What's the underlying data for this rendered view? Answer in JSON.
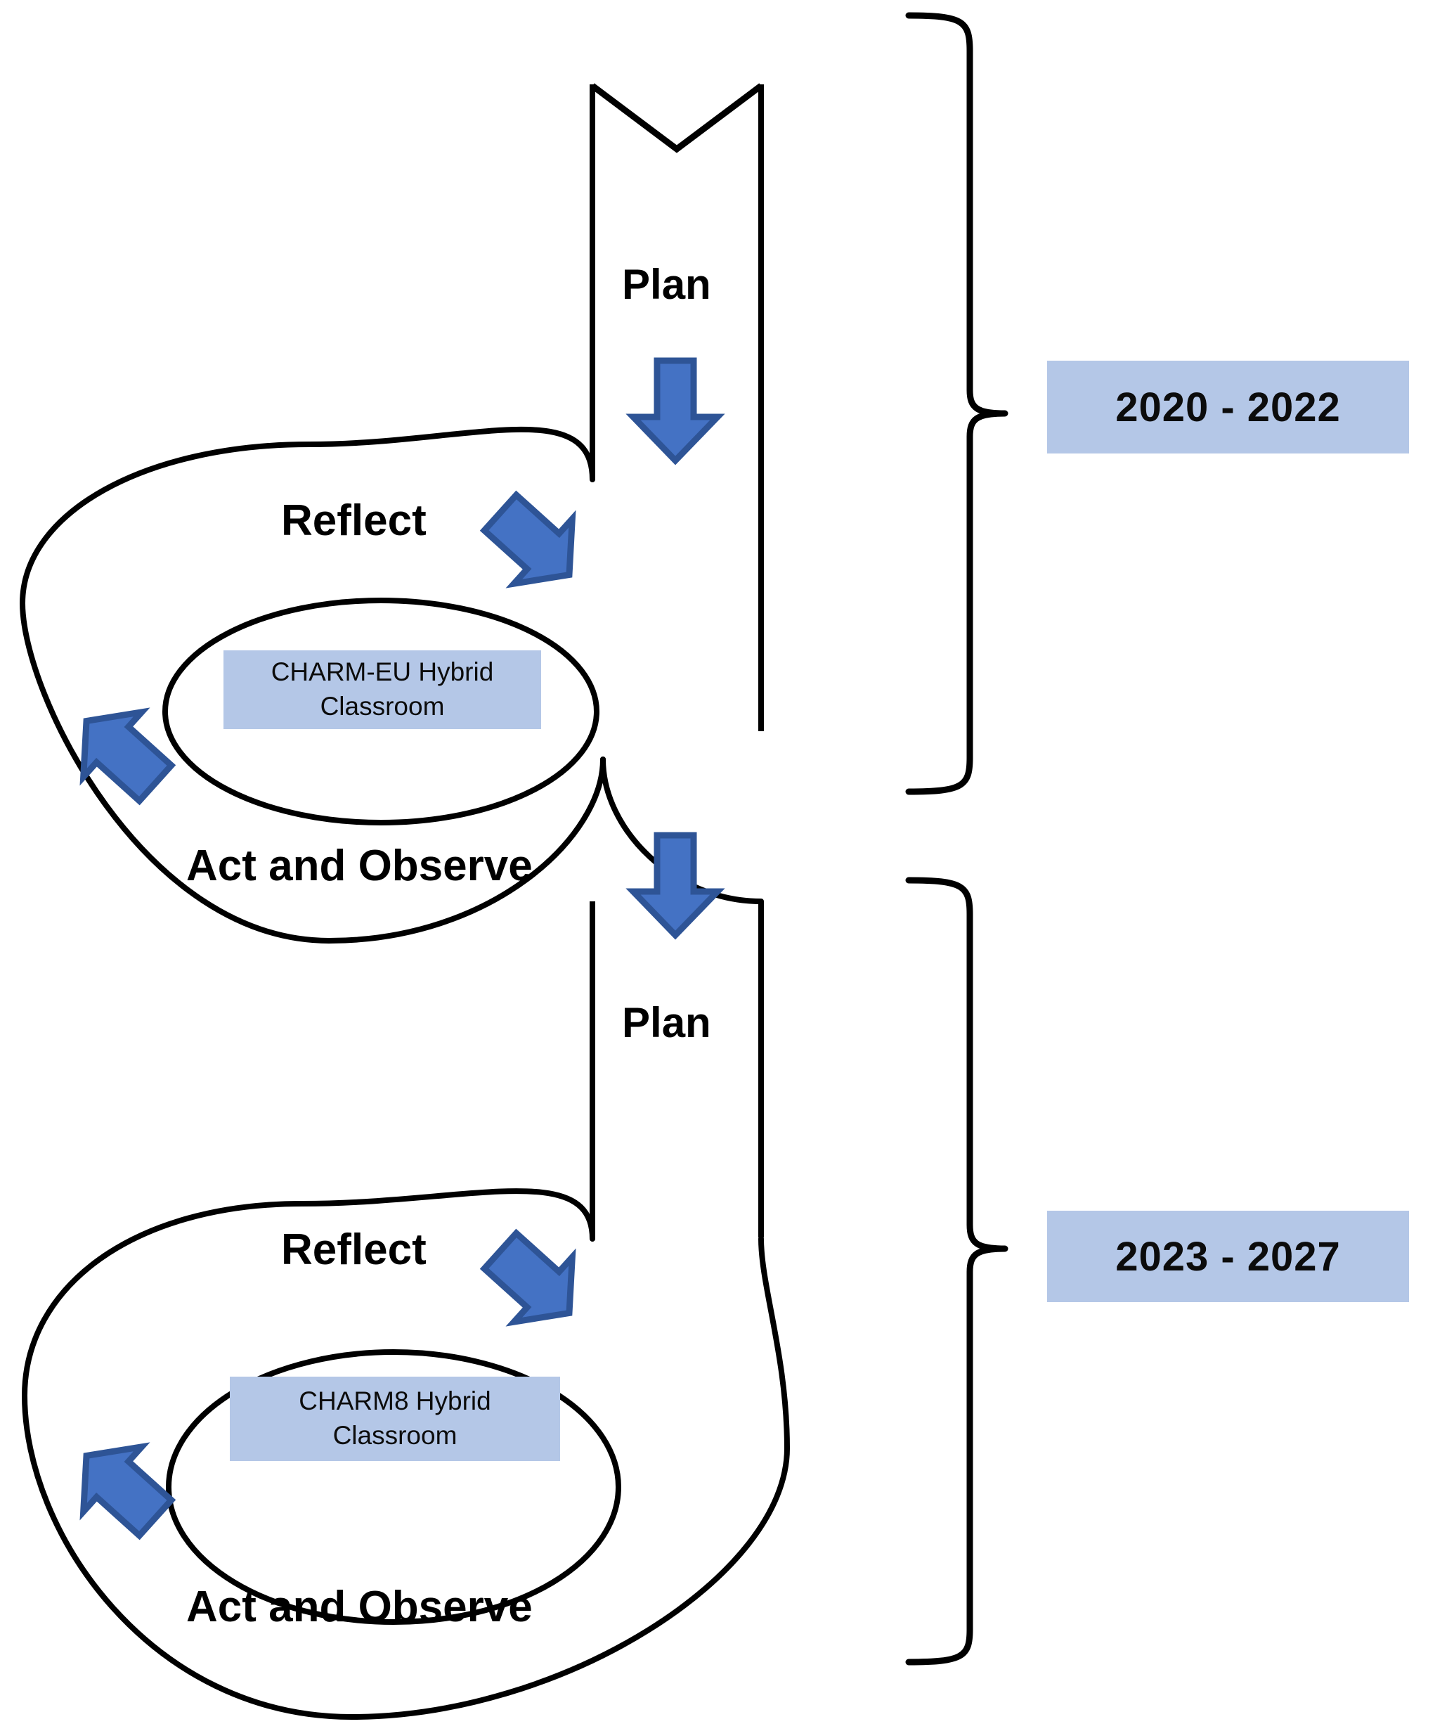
{
  "diagram": {
    "title": "Action research spiral across two CHARM project phases",
    "colors": {
      "chip_fill": "#b4c7e7",
      "arrow_fill": "#4472c4",
      "arrow_stroke": "#2e5496",
      "line": "#000000",
      "background": "#ffffff"
    },
    "cycles": [
      {
        "id": "cycle-1",
        "plan_label": "Plan",
        "reflect_label": "Reflect",
        "act_label": "Act and Observe",
        "core_label_line1": "CHARM-EU Hybrid",
        "core_label_line2": "Classroom",
        "period_label": "2020 - 2022"
      },
      {
        "id": "cycle-2",
        "plan_label": "Plan",
        "reflect_label": "Reflect",
        "act_label": "Act and Observe",
        "core_label_line1": "CHARM8 Hybrid",
        "core_label_line2": "Classroom",
        "period_label": "2023 - 2027"
      }
    ],
    "icons": {
      "plan_arrow": "arrow-down-icon",
      "reflect_arrow": "arrow-down-right-icon",
      "act_arrow": "arrow-up-left-icon",
      "bracket": "curly-brace-right-icon"
    }
  }
}
